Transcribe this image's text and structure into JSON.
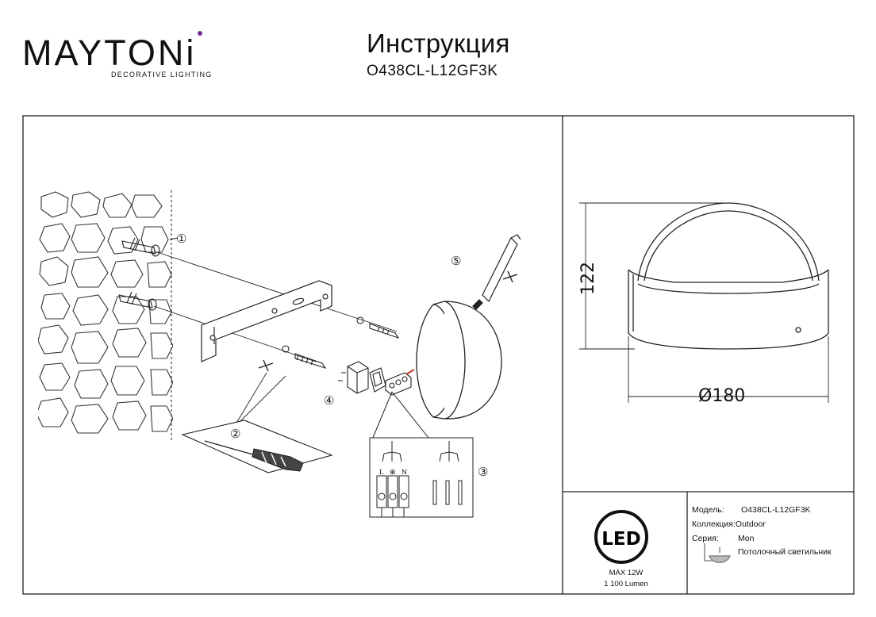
{
  "brand": {
    "name_left": "MAYTON",
    "name_right": "i",
    "tagline": "DECORATIVE LIGHTING",
    "accent_color": "#7a2b8f"
  },
  "document": {
    "title": "Инструкция",
    "model_code": "O438CL-L12GF3K"
  },
  "diagram": {
    "steps": [
      "①",
      "②",
      "③",
      "④",
      "⑤"
    ],
    "terminal_labels": [
      "L",
      "⊕",
      "N"
    ]
  },
  "dimensions": {
    "height": "122",
    "diameter": "Ø180"
  },
  "led": {
    "badge": "LED",
    "power": "MAX 12W",
    "lumen": "1 100 Lumen"
  },
  "info": {
    "model_label": "Модель:",
    "model_value": "O438CL-L12GF3K",
    "collection_label": "Коллекция:",
    "collection_value": "Outdoor",
    "series_label": "Серия:",
    "series_value": "Mon",
    "type_value": "Потолочный светильник"
  }
}
